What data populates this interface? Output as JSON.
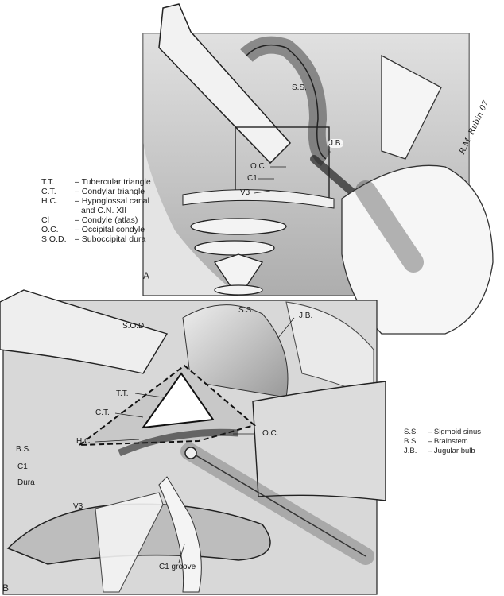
{
  "panels": {
    "a": "A",
    "b": "B"
  },
  "signature": "R.M. Rubin 07",
  "legend_top": [
    {
      "abbr": "T.T.",
      "desc": "– Tubercular triangle"
    },
    {
      "abbr": "C.T.",
      "desc": "– Condylar triangle"
    },
    {
      "abbr": "H.C.",
      "desc": "– Hypoglossal canal"
    },
    {
      "abbr": "",
      "desc": "and C.N. XII"
    },
    {
      "abbr": "Cl",
      "desc": "– Condyle (atlas)"
    },
    {
      "abbr": "O.C.",
      "desc": "– Occipital condyle"
    },
    {
      "abbr": "S.O.D.",
      "desc": "– Suboccipital dura"
    }
  ],
  "legend_bottom": [
    {
      "abbr": "S.S.",
      "desc": "– Sigmoid sinus"
    },
    {
      "abbr": "B.S.",
      "desc": "– Brainstem"
    },
    {
      "abbr": "J.B.",
      "desc": "– Jugular bulb"
    }
  ],
  "labels_a": {
    "ss": "S.S.",
    "jb": "J.B.",
    "oc": "O.C.",
    "c1": "C1",
    "v3": "V3"
  },
  "labels_b": {
    "sod": "S.O.D.",
    "ss": "S.S.",
    "jb": "J.B.",
    "tt": "T.T.",
    "ct": "C.T.",
    "hc": "H.C.",
    "oc": "O.C.",
    "bs": "B.S.",
    "c1": "C1",
    "dura": "Dura",
    "v3": "V3",
    "c1groove": "C1 groove"
  }
}
